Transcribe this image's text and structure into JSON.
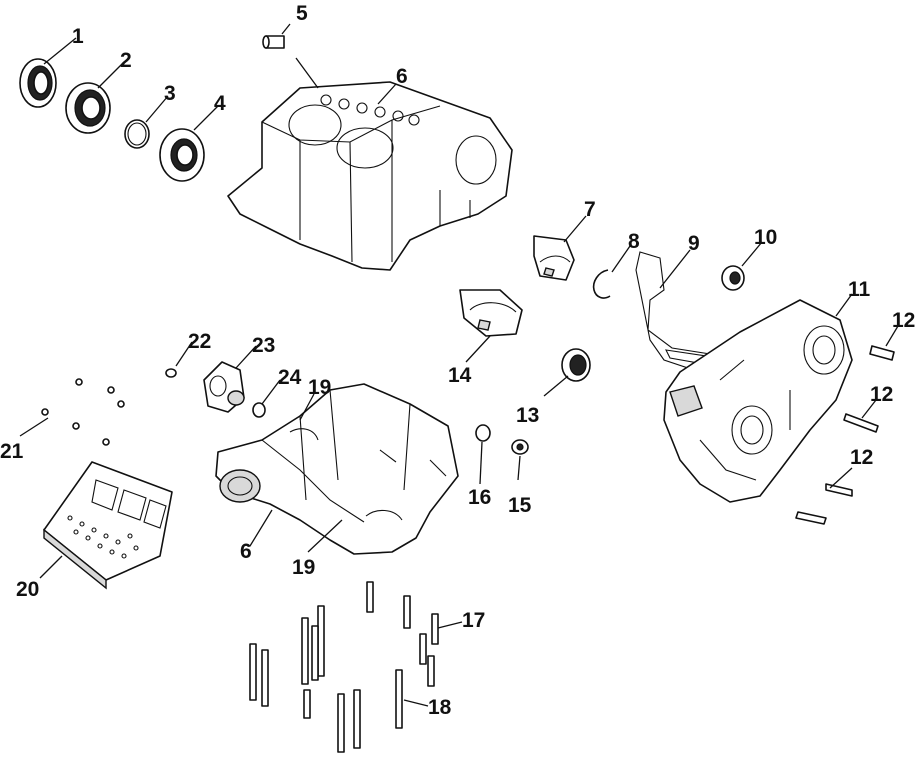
{
  "diagram": {
    "callouts": [
      {
        "id": "c1",
        "label": "1"
      },
      {
        "id": "c2",
        "label": "2"
      },
      {
        "id": "c3",
        "label": "3"
      },
      {
        "id": "c4",
        "label": "4"
      },
      {
        "id": "c5",
        "label": "5"
      },
      {
        "id": "c6a",
        "label": "6"
      },
      {
        "id": "c6b",
        "label": "6"
      },
      {
        "id": "c7",
        "label": "7"
      },
      {
        "id": "c8",
        "label": "8"
      },
      {
        "id": "c9",
        "label": "9"
      },
      {
        "id": "c10",
        "label": "10"
      },
      {
        "id": "c11",
        "label": "11"
      },
      {
        "id": "c12a",
        "label": "12"
      },
      {
        "id": "c12b",
        "label": "12"
      },
      {
        "id": "c12c",
        "label": "12"
      },
      {
        "id": "c13",
        "label": "13"
      },
      {
        "id": "c14",
        "label": "14"
      },
      {
        "id": "c15",
        "label": "15"
      },
      {
        "id": "c16",
        "label": "16"
      },
      {
        "id": "c17",
        "label": "17"
      },
      {
        "id": "c18",
        "label": "18"
      },
      {
        "id": "c19a",
        "label": "19"
      },
      {
        "id": "c19b",
        "label": "19"
      },
      {
        "id": "c20",
        "label": "20"
      },
      {
        "id": "c21",
        "label": "21"
      },
      {
        "id": "c22",
        "label": "22"
      },
      {
        "id": "c23",
        "label": "23"
      },
      {
        "id": "c24",
        "label": "24"
      }
    ]
  },
  "colors": {
    "line": "#111111",
    "background": "#ffffff",
    "shade": "#d9d9d9"
  }
}
